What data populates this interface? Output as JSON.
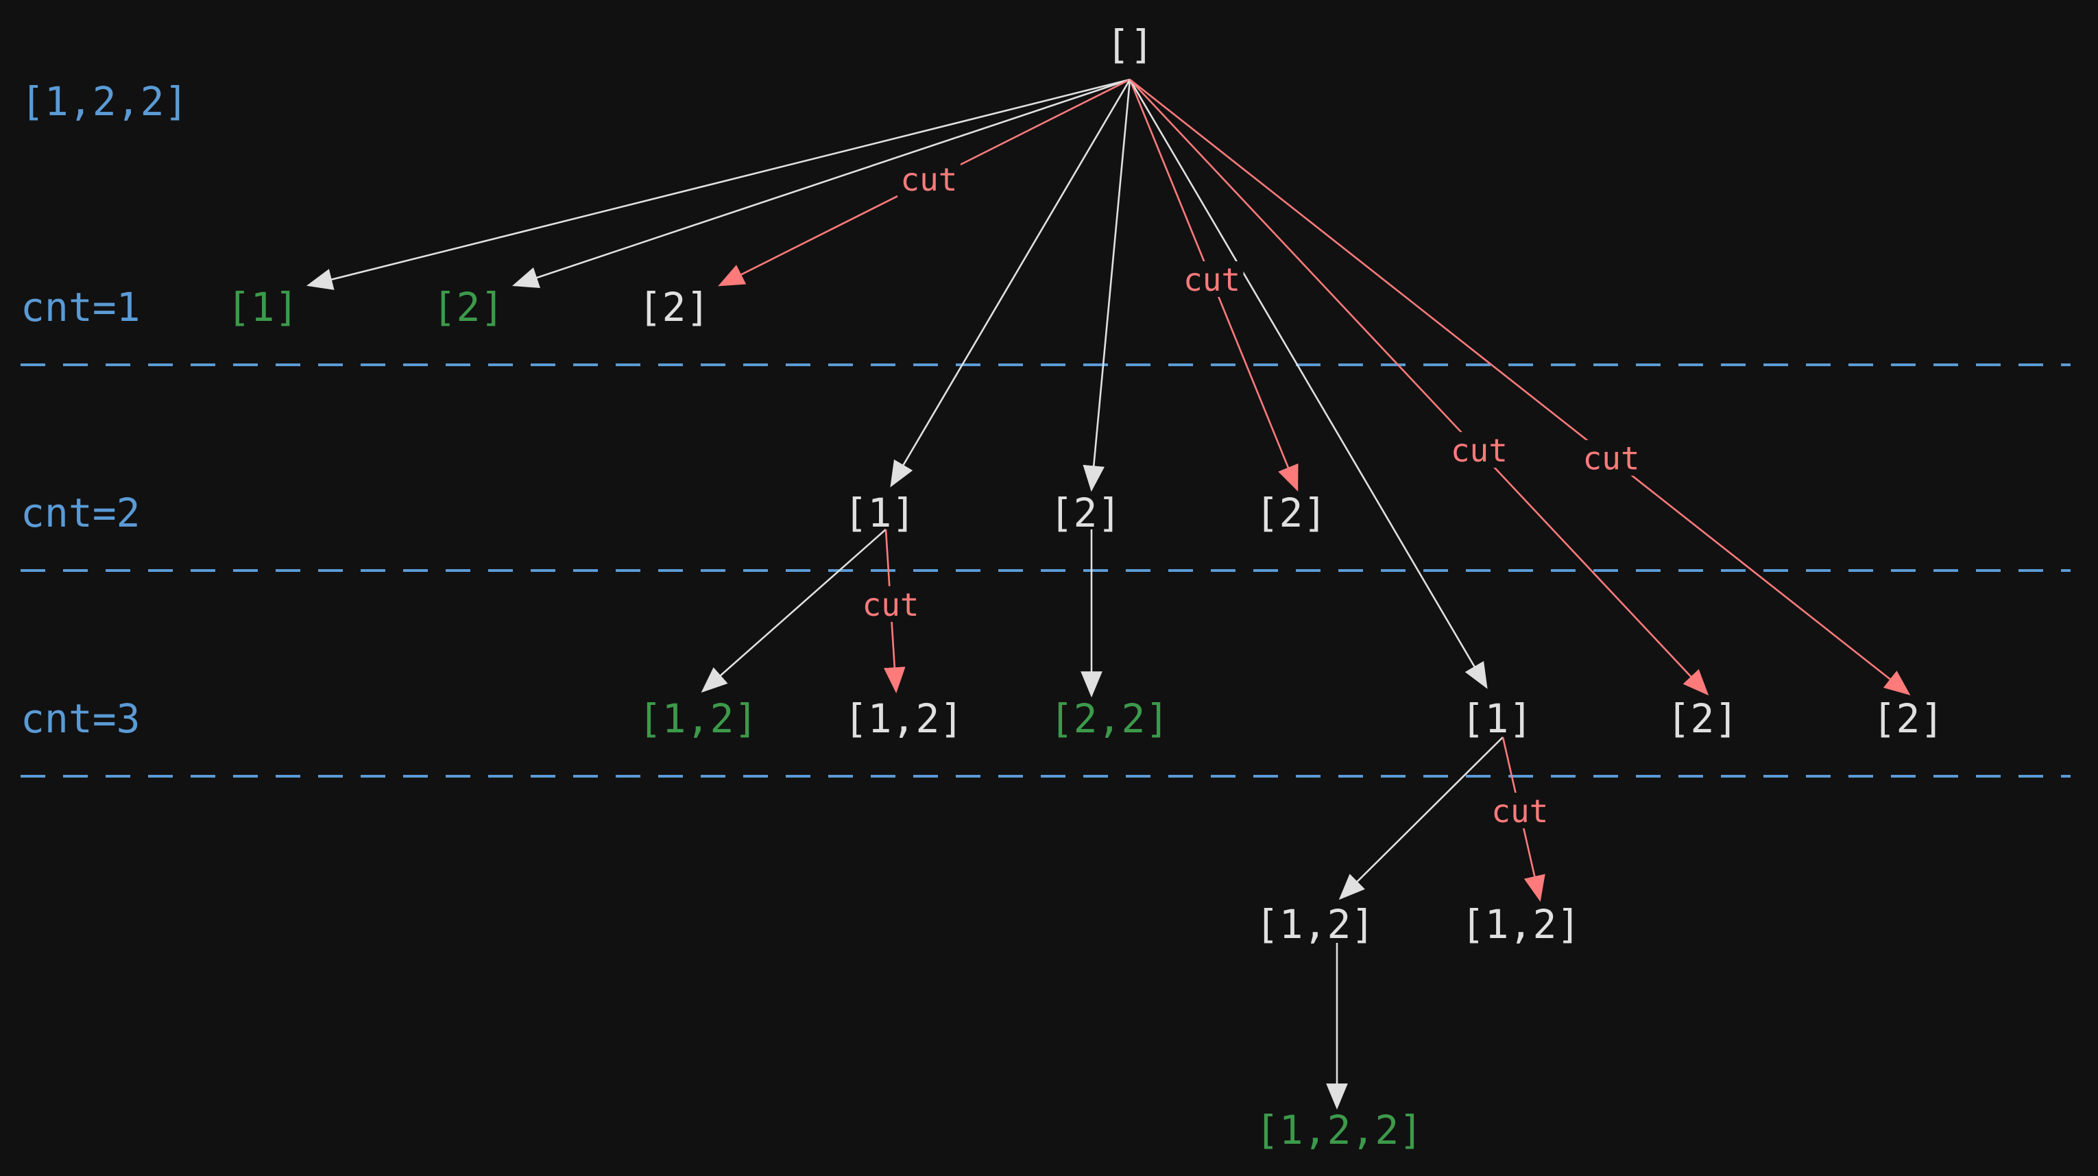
{
  "input_label": "[1,2,2]",
  "levels": [
    "cnt=1",
    "cnt=2",
    "cnt=3"
  ],
  "cut_label": "cut",
  "colors": {
    "background": "#111112",
    "node": "#e0e0e0",
    "solution_node": "#3c9a4a",
    "cut_edge": "#ff7b7b",
    "level_text": "#5b9bd5"
  },
  "nodes": [
    {
      "id": "root",
      "label": "[]",
      "solution": false
    },
    {
      "id": "n1a",
      "label": "[1]",
      "solution": true
    },
    {
      "id": "n1b",
      "label": "[2]",
      "solution": true
    },
    {
      "id": "n1c",
      "label": "[2]",
      "solution": false
    },
    {
      "id": "n2a",
      "label": "[1]",
      "solution": false
    },
    {
      "id": "n2b",
      "label": "[2]",
      "solution": false
    },
    {
      "id": "n2c",
      "label": "[2]",
      "solution": false
    },
    {
      "id": "n3a",
      "label": "[1,2]",
      "solution": true
    },
    {
      "id": "n3b",
      "label": "[1,2]",
      "solution": false
    },
    {
      "id": "n3c",
      "label": "[2,2]",
      "solution": true
    },
    {
      "id": "n3d",
      "label": "[1]",
      "solution": false
    },
    {
      "id": "n3e",
      "label": "[2]",
      "solution": false
    },
    {
      "id": "n3f",
      "label": "[2]",
      "solution": false
    },
    {
      "id": "n4a",
      "label": "[1,2]",
      "solution": false
    },
    {
      "id": "n4b",
      "label": "[1,2]",
      "solution": false
    },
    {
      "id": "n5a",
      "label": "[1,2,2]",
      "solution": true
    }
  ],
  "edges": [
    {
      "from": "root",
      "to": "n1a",
      "cut": false
    },
    {
      "from": "root",
      "to": "n1b",
      "cut": false
    },
    {
      "from": "root",
      "to": "n1c",
      "cut": true
    },
    {
      "from": "root",
      "to": "n2a",
      "cut": false
    },
    {
      "from": "root",
      "to": "n2b",
      "cut": false
    },
    {
      "from": "root",
      "to": "n2c",
      "cut": true
    },
    {
      "from": "root",
      "to": "n3d",
      "cut": false
    },
    {
      "from": "root",
      "to": "n3e",
      "cut": true
    },
    {
      "from": "root",
      "to": "n3f",
      "cut": true
    },
    {
      "from": "n2a",
      "to": "n3a",
      "cut": false
    },
    {
      "from": "n2a",
      "to": "n3b",
      "cut": true
    },
    {
      "from": "n2b",
      "to": "n3c",
      "cut": false
    },
    {
      "from": "n3d",
      "to": "n4a",
      "cut": false
    },
    {
      "from": "n3d",
      "to": "n4b",
      "cut": true
    },
    {
      "from": "n4a",
      "to": "n5a",
      "cut": false
    }
  ]
}
